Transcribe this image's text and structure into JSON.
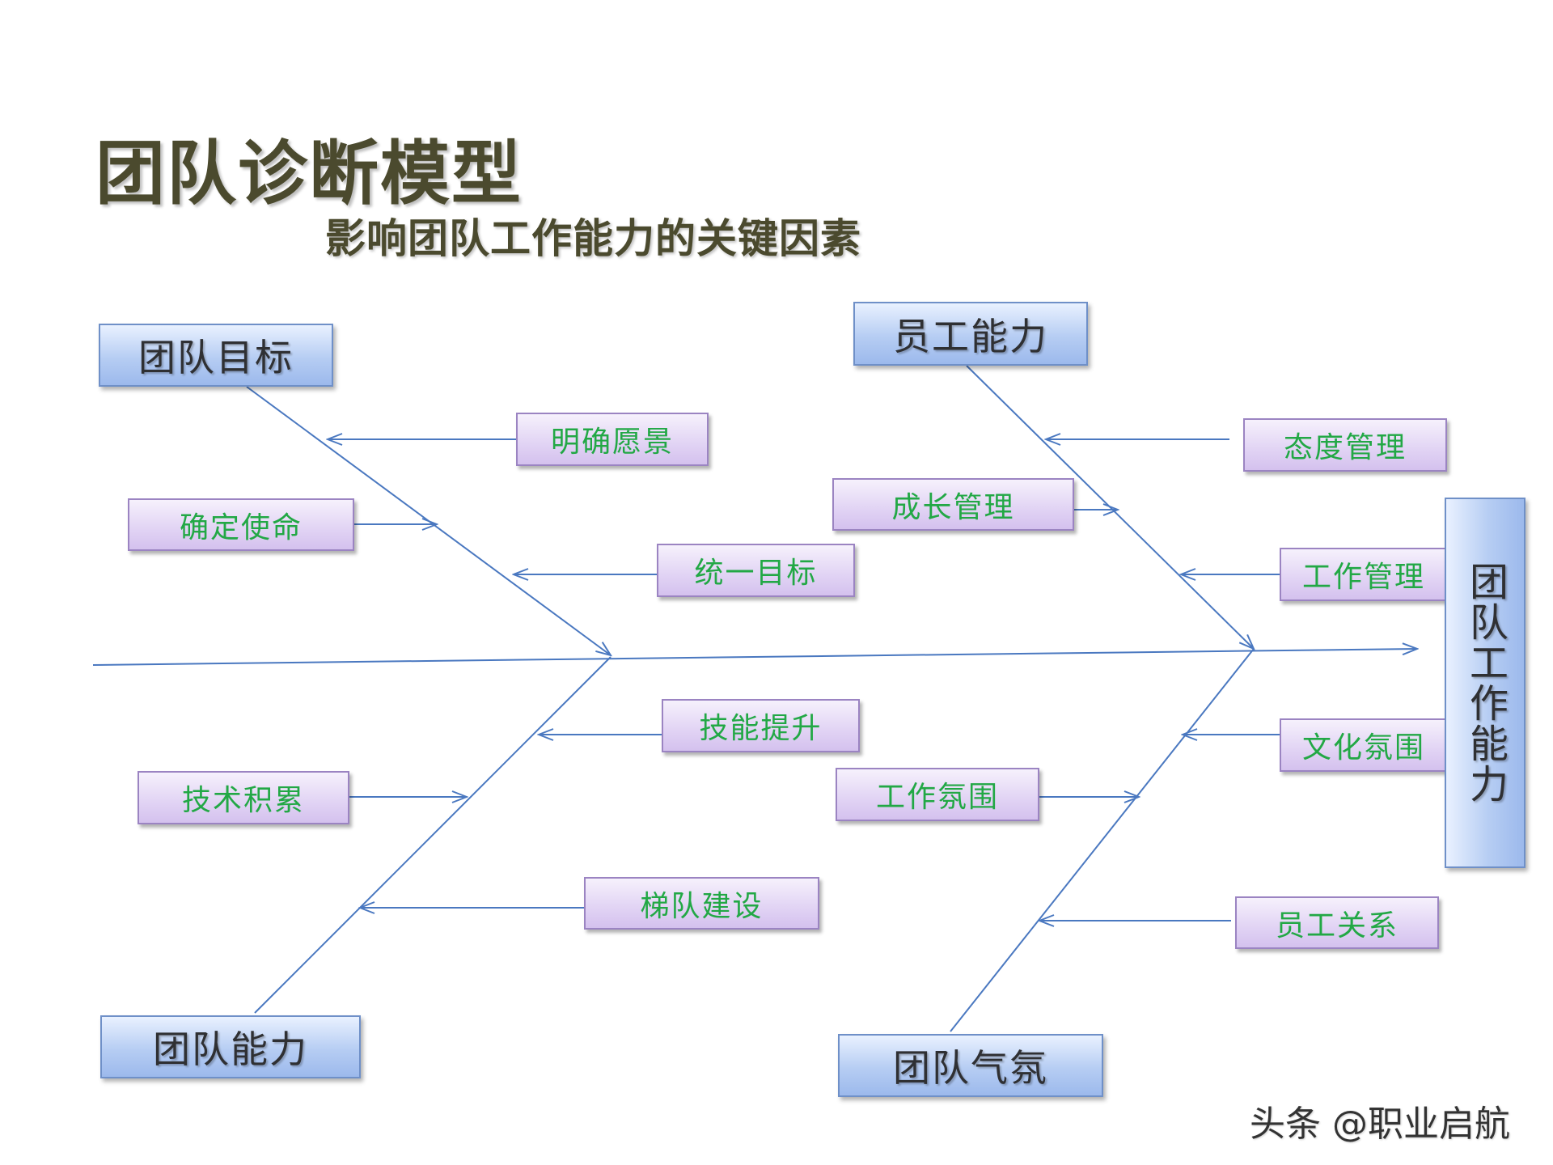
{
  "title": "团队诊断模型",
  "subtitle": "影响团队工作能力的关键因素",
  "goal": "团队工作能力",
  "categories": {
    "team_goal": "团队目标",
    "employee_ability": "员工能力",
    "team_ability": "团队能力",
    "team_atmosphere": "团队气氛"
  },
  "factors": {
    "clear_vision": "明确愿景",
    "define_mission": "确定使命",
    "unify_goals": "统一目标",
    "attitude_mgmt": "态度管理",
    "growth_mgmt": "成长管理",
    "work_mgmt": "工作管理",
    "skill_upgrade": "技能提升",
    "tech_accum": "技术积累",
    "echelon_building": "梯队建设",
    "culture_atmos": "文化氛围",
    "work_atmos": "工作氛围",
    "staff_relations": "员工关系"
  },
  "colors": {
    "line": "#4a78c0",
    "category_fill": "#b6cdf3",
    "factor_fill": "#e1d3f4",
    "factor_text": "#22a845",
    "title": "#4b4a2e"
  },
  "watermark": "头条 @职业启航"
}
